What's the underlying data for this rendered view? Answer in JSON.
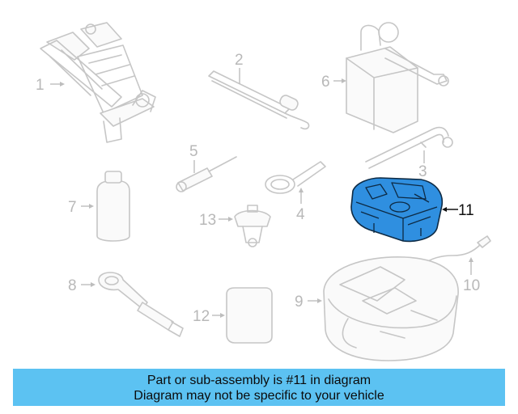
{
  "diagram": {
    "callouts": {
      "c1": "1",
      "c2": "2",
      "c3": "3",
      "c4": "4",
      "c5": "5",
      "c6": "6",
      "c7": "7",
      "c8": "8",
      "c9": "9",
      "c10": "10",
      "c11": "11",
      "c12": "12",
      "c13": "13"
    },
    "highlighted_part": "11",
    "colors": {
      "highlight_fill": "#2f8fe0",
      "highlight_outline": "#0d2a44",
      "faded_line": "#c6c6c6",
      "banner": "#5cc2f2"
    }
  },
  "banner": {
    "line1": "Part or sub-assembly is #11 in diagram",
    "line2": "Diagram may not be specific to your vehicle"
  }
}
